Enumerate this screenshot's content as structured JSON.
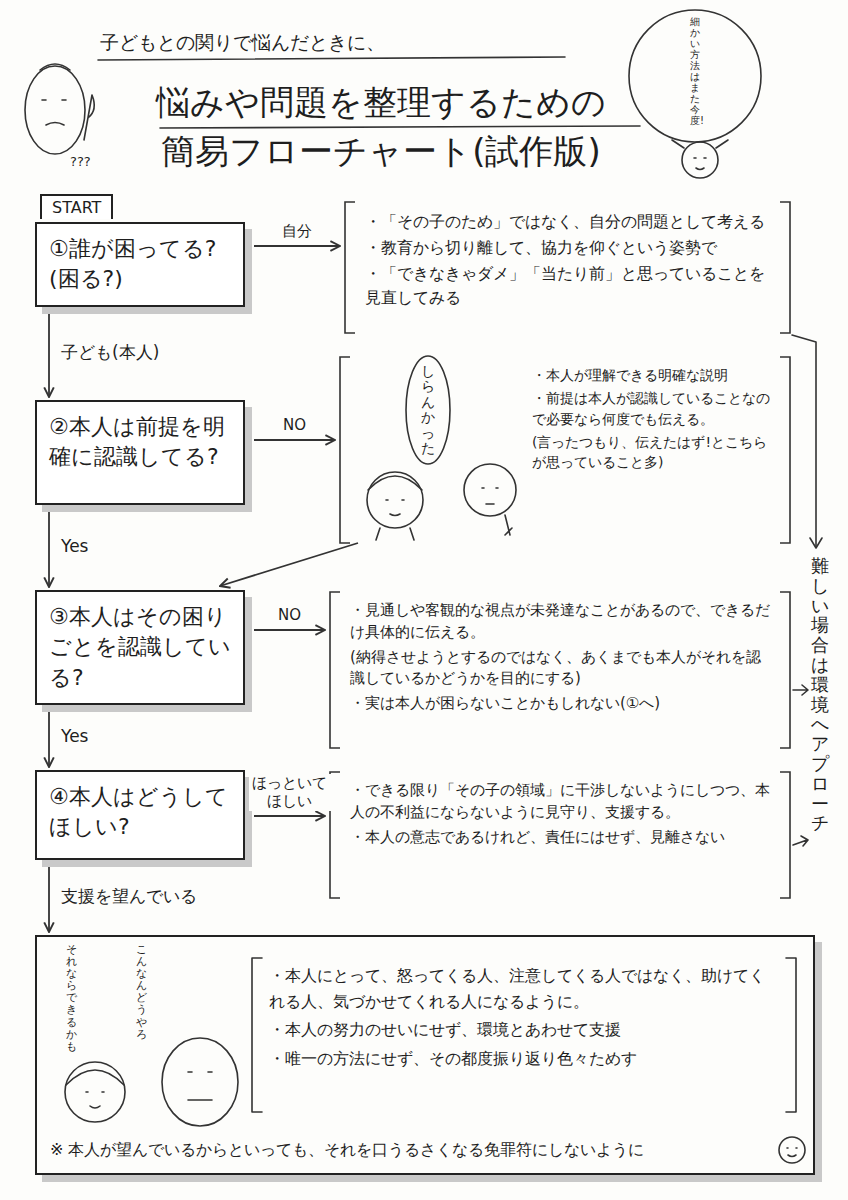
{
  "diagram": {
    "title": "悩みや問題を整理するための 簡易フローチャート(試作版)",
    "nodes": [
      {
        "text": [
          "①誰が困ってる? (困る?)"
        ]
      },
      {
        "text": [
          "・「その子のため」ではなく、自分の問題として考える",
          "・教育から切り離して、協力を仰ぐという姿勢で",
          "・「できなきゃダメ」「当たり前」と思っていることを見直してみる"
        ]
      },
      {
        "text": [
          "②本人は前提を明確に認識してる?"
        ]
      },
      {
        "text": [
          "・本人が理解できる明確な説明",
          "・前提は本人が認識していることなので必要なら何度でも伝える。",
          "(言ったつもり、伝えたはず!とこちらが思っていること多)"
        ]
      },
      {
        "text": [
          "③本人はその困りごとを認識している?"
        ]
      },
      {
        "text": [
          "・見通しや客観的な視点が未発達なことがあるので、できるだけ具体的に伝える。",
          "(納得させようとするのではなく、あくまでも本人がそれを認識しているかどうかを目的にする)",
          "・実は本人が困らないことかもしれない(①へ)"
        ]
      },
      {
        "text": [
          "④本人はどうしてほしい?"
        ]
      },
      {
        "text": [
          "・できる限り「その子の領域」に干渉しないようにしつつ、本人の不利益にならないように見守り、支援する。",
          "・本人の意志であるけれど、責任にはせず、見離さない"
        ]
      },
      {
        "text": [
          "・本人にとって、怒ってくる人、注意してくる人ではなく、助けてくれる人、気づかせてくれる人になるように。",
          "・本人の努力のせいにせず、環境とあわせて支援",
          "・唯一の方法にせず、その都度振り返り色々ためす"
        ]
      }
    ],
    "edges": [
      {
        "from": 0,
        "to": 1,
        "label": "自分",
        "arrow": "to"
      },
      {
        "from": 0,
        "to": 2,
        "label": "子ども(本人)",
        "arrow": "to"
      },
      {
        "from": 2,
        "to": 3,
        "label": "NO",
        "arrow": "to"
      },
      {
        "from": 3,
        "to": 4,
        "arrow": "to"
      },
      {
        "from": 2,
        "to": 4,
        "label": "Yes",
        "arrow": "to"
      },
      {
        "from": 4,
        "to": 5,
        "label": "NO",
        "arrow": "to"
      },
      {
        "from": 4,
        "to": 6,
        "label": "Yes",
        "arrow": "to"
      },
      {
        "from": 6,
        "to": 7,
        "label": "ほっといてほしい",
        "arrow": "to"
      },
      {
        "from": 6,
        "to": 8,
        "label": "支援を望んでいる",
        "arrow": "to"
      }
    ],
    "labels": [
      "子どもとの関りで悩んだときに、",
      "???",
      "細かい方法はまた今度!",
      "START",
      "しらんかった",
      "難しい場合は環境へアプローチ",
      "それならできるかも",
      "こんなんどうやろ",
      "※ 本人が望んでいるからといっても、それを口うるさくなる免罪符にしないように"
    ]
  }
}
